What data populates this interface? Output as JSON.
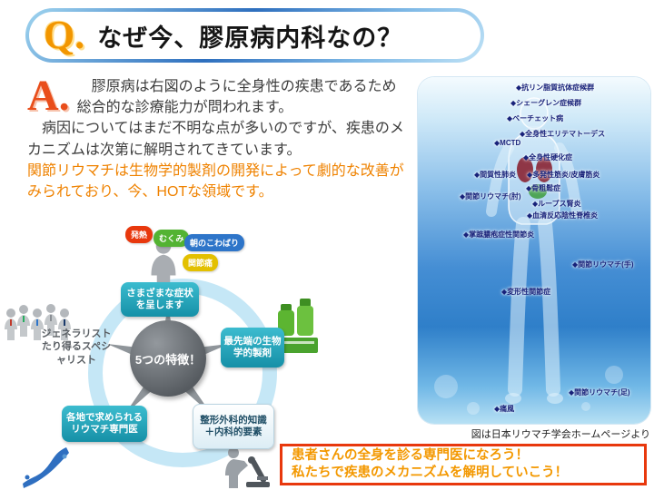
{
  "colors": {
    "header_border_blue": "#2e6fbe",
    "q_orange": "#f29600",
    "a_red": "#e94e1b",
    "body_text": "#3c3c3c",
    "highlight_orange": "#ef8200",
    "feature_teal": "#1690a7",
    "panel_blue": "#2f7fc9",
    "callout_border_red": "#e8380d",
    "callout_text_orange": "#f39800"
  },
  "header": {
    "q_label": "Q.",
    "title": "なぜ今、膠原病内科なの？"
  },
  "answer": {
    "a_label": "A.",
    "para1": "　膠原病は右図のように全身性の疾患であるため総合的な診療能力が問われます。",
    "para2": "　病因についてはまだ不明な点が多いのですが、疾患のメカニズムは次第に解明されてきています。",
    "para3": "関節リウマチは生物学的製剤の開発によって劇的な改善がみられており、今、HOTな領域です。"
  },
  "diagram": {
    "center_label": "5つの特徴！",
    "symptom_bubbles": [
      {
        "label": "発熱",
        "color": "#e8380d"
      },
      {
        "label": "むくみ",
        "color": "#53b332"
      },
      {
        "label": "朝のこわばり",
        "color": "#2e75c9"
      },
      {
        "label": "関節痛",
        "color": "#e3c000"
      }
    ],
    "features": [
      {
        "label": "さまざまな症状を呈します"
      },
      {
        "label": "最先端の生物学的製剤"
      },
      {
        "label": "整形外科的知識＋内科的要素"
      },
      {
        "label": "各地で求められるリウマチ専門医"
      },
      {
        "label": "ジェネラリストたり得るスペシャリスト"
      }
    ]
  },
  "body_panel": {
    "caption": "図は日本リウマチ学会ホームページより",
    "labels": [
      {
        "text": "◆抗リン脂質抗体症候群"
      },
      {
        "text": "◆シェーグレン症候群"
      },
      {
        "text": "◆ベーチェット病"
      },
      {
        "text": "◆MCTD"
      },
      {
        "text": "◆全身性エリテマトーデス"
      },
      {
        "text": "◆全身性硬化症"
      },
      {
        "text": "◆間質性肺炎"
      },
      {
        "text": "◆多発性筋炎/皮膚筋炎"
      },
      {
        "text": "◆骨粗鬆症"
      },
      {
        "text": "◆関節リウマチ(肘)"
      },
      {
        "text": "◆ループス腎炎"
      },
      {
        "text": "◆血清反応陰性脊椎炎"
      },
      {
        "text": "◆掌蹠膿疱症性関節炎"
      },
      {
        "text": "◆関節リウマチ(手)"
      },
      {
        "text": "◆変形性関節症"
      },
      {
        "text": "◆痛風"
      },
      {
        "text": "◆関節リウマチ(足)"
      }
    ]
  },
  "callout": {
    "line1": "患者さんの全身を診る専門医になろう！",
    "line2": "私たちで疾患のメカニズムを解明していこう！"
  }
}
